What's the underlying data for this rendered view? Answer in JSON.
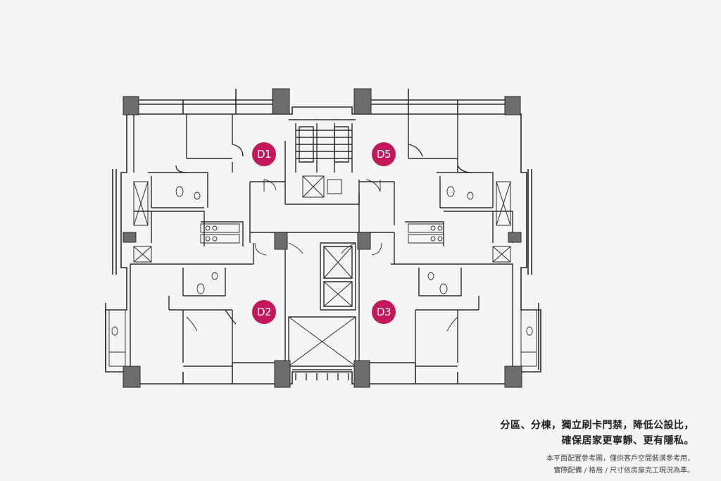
{
  "units": [
    {
      "label": "D1"
    },
    {
      "label": "D5"
    },
    {
      "label": "D2"
    },
    {
      "label": "D3"
    }
  ],
  "caption": {
    "line1": "分區、分棟，獨立刷卡門禁，降低公設比，",
    "line2": "確保居家更寧靜、更有隱私。",
    "note1": "本平面配置參考圖，僅供客戶空間裝潢參考用，",
    "note2": "實際配備 / 格局 / 尺寸依房屋完工現況為準。"
  },
  "colors": {
    "background": "#f4f4f2",
    "wall": "#2b2b2b",
    "column": "#6d6d6d",
    "badge": "#c2185b"
  }
}
